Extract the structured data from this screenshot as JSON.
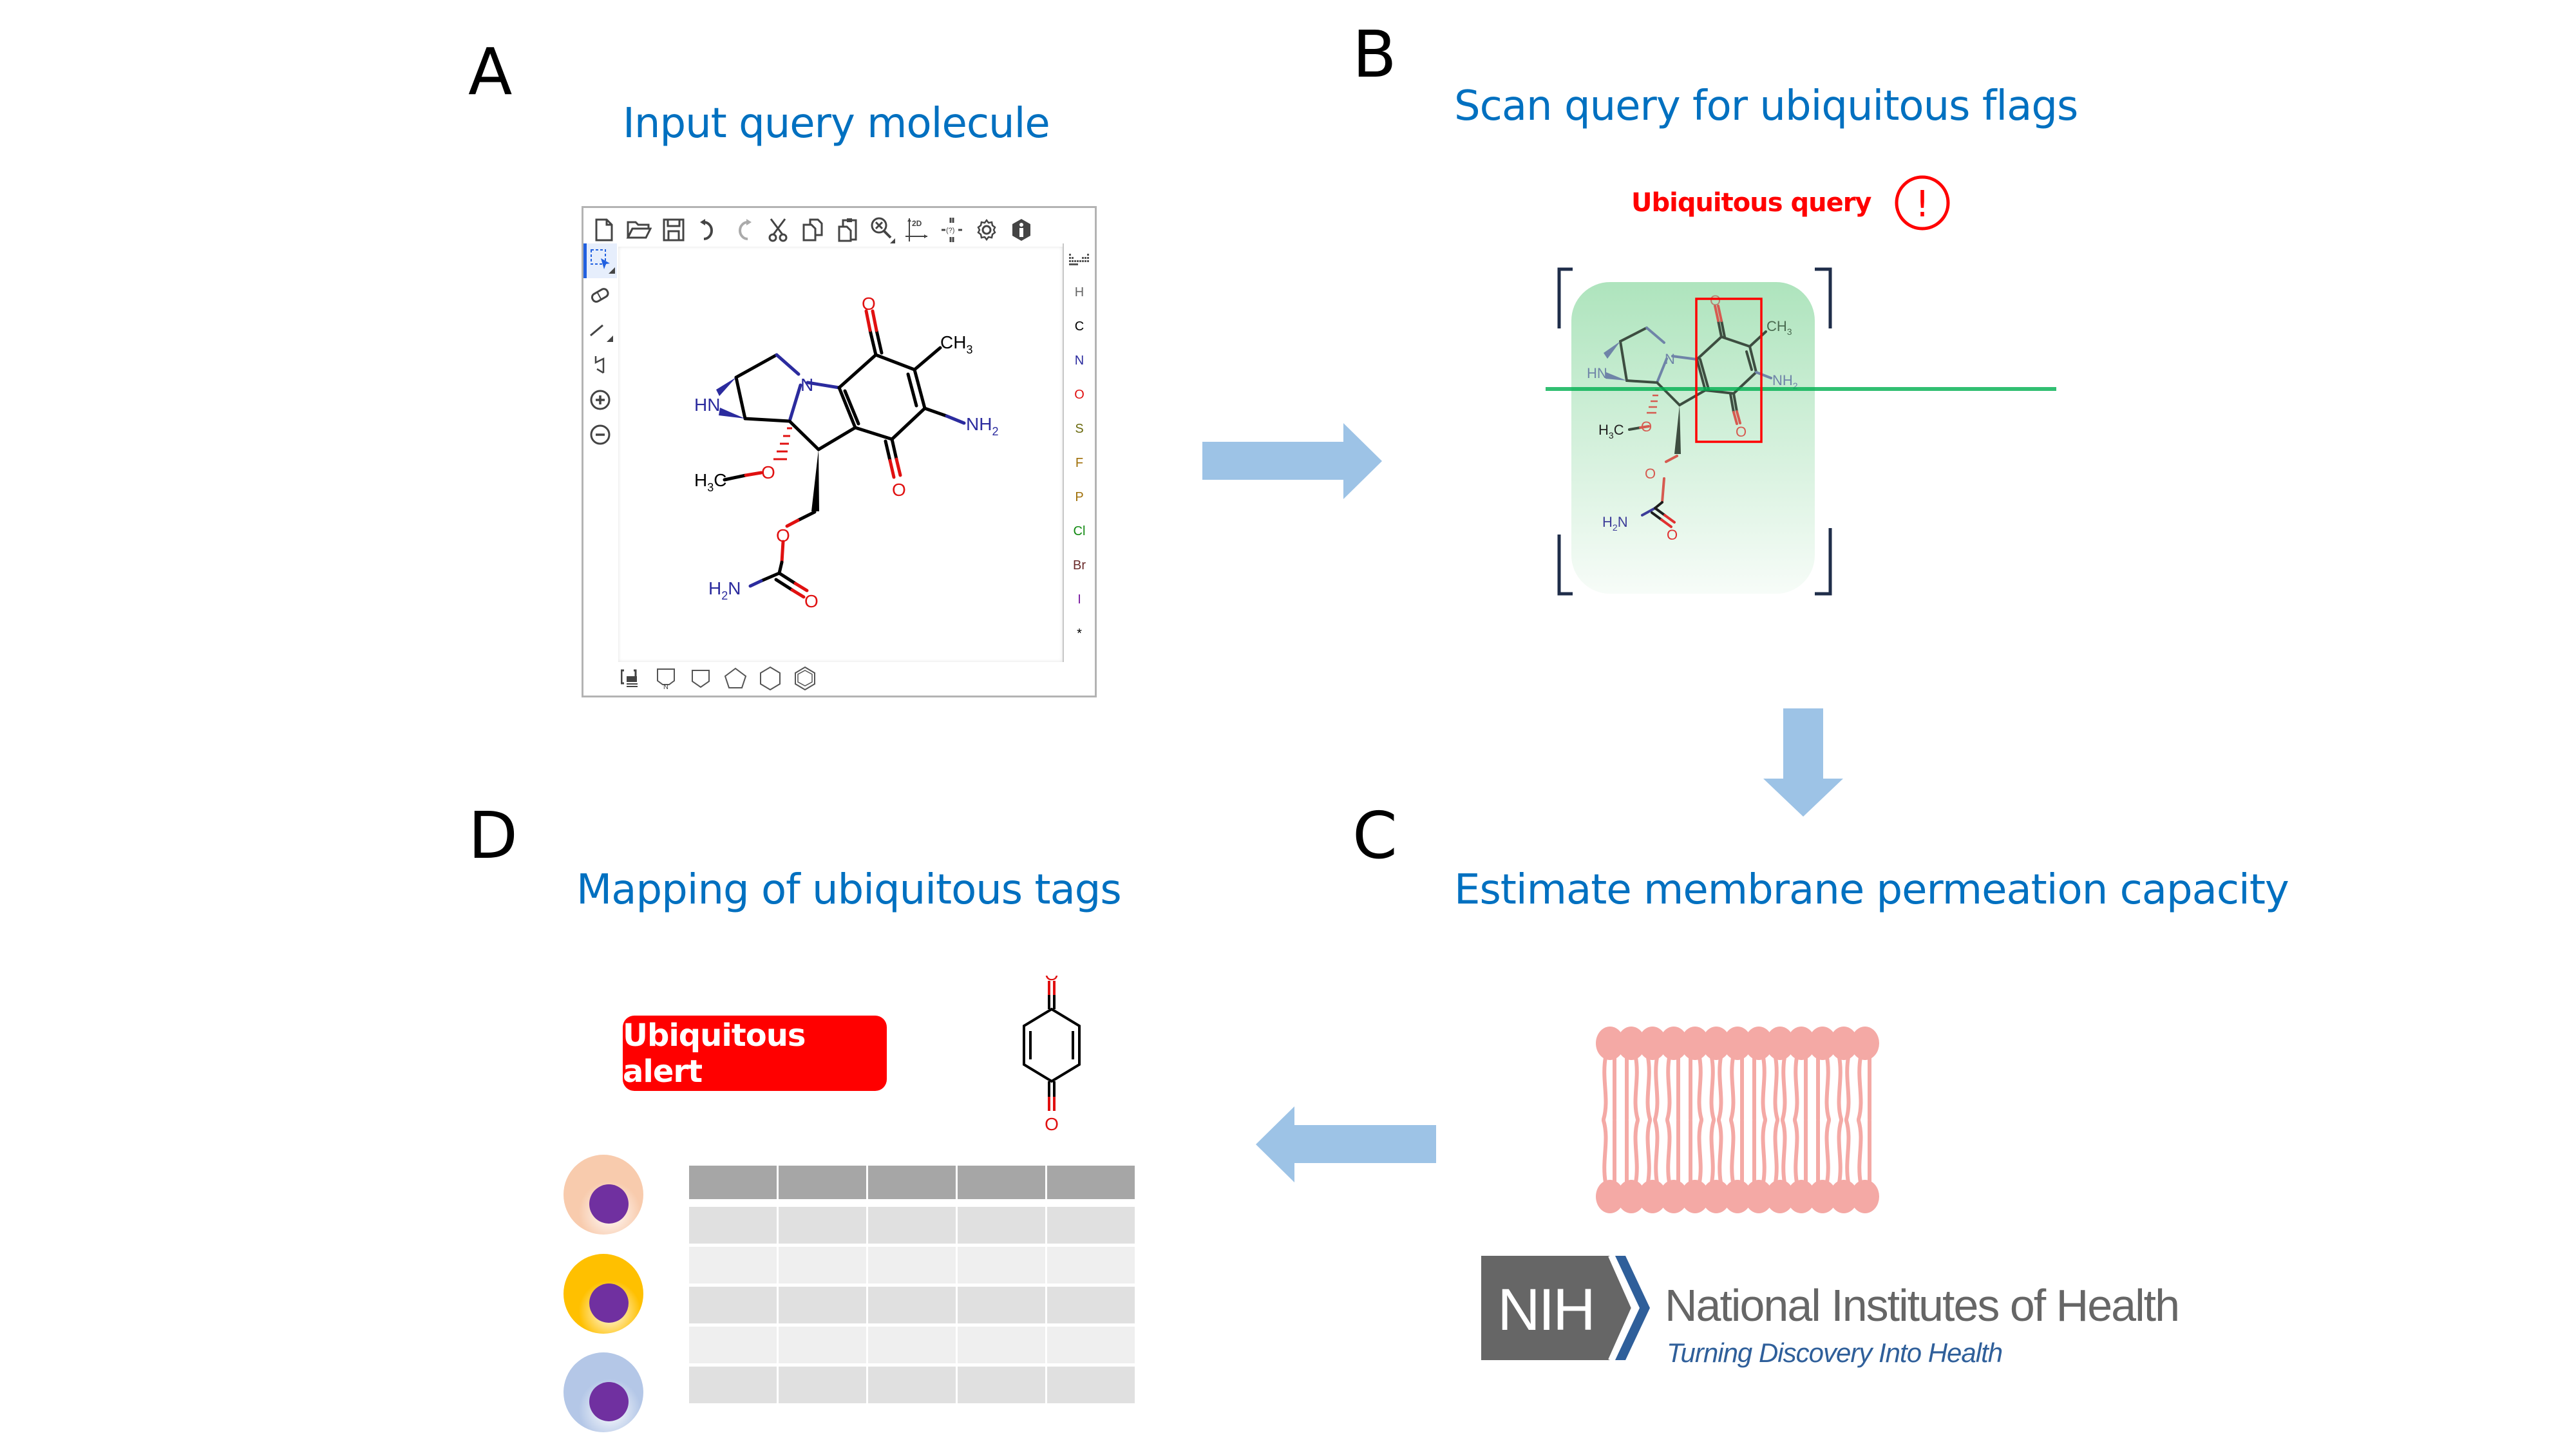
{
  "panels": {
    "A": {
      "letter": "A",
      "title": "Input query molecule"
    },
    "B": {
      "letter": "B",
      "title": "Scan query for ubiquitous flags",
      "flag_label": "Ubiquitous query",
      "flag_icon": "!"
    },
    "C": {
      "letter": "C",
      "title": "Estimate membrane permeation capacity"
    },
    "D": {
      "letter": "D",
      "title": "Mapping of ubiquitous tags",
      "alert_label": "Ubiquitous alert"
    }
  },
  "editor": {
    "top_toolbar": [
      "new-document",
      "open-folder",
      "save",
      "undo",
      "redo",
      "cut",
      "copy",
      "paste",
      "zoom-clear",
      "2d-layout",
      "check-stereo",
      "settings",
      "info"
    ],
    "left_toolbar": [
      "select-rectangle",
      "erase",
      "single-bond",
      "chain",
      "zoom-in",
      "zoom-out"
    ],
    "bottom_toolbar": [
      "template-library",
      "pyrrole",
      "cyclobutane",
      "cyclopentane",
      "cyclohexane",
      "benzene"
    ],
    "elements": [
      {
        "symbol": "H",
        "color": "#666666"
      },
      {
        "symbol": "C",
        "color": "#000000"
      },
      {
        "symbol": "N",
        "color": "#2b2b9e"
      },
      {
        "symbol": "O",
        "color": "#e01010"
      },
      {
        "symbol": "S",
        "color": "#6b6b10"
      },
      {
        "symbol": "F",
        "color": "#a0700a"
      },
      {
        "symbol": "P",
        "color": "#a0700a"
      },
      {
        "symbol": "Cl",
        "color": "#118a11"
      },
      {
        "symbol": "Br",
        "color": "#6a2a2a"
      },
      {
        "symbol": "I",
        "color": "#7a1aa0"
      },
      {
        "symbol": "*",
        "color": "#000000"
      }
    ]
  },
  "molecule": {
    "labels": {
      "hn": "HN",
      "n": "N",
      "ch3": "CH",
      "ch3_sub": "3",
      "nh2": "NH",
      "nh2_sub": "2",
      "h3c": "H",
      "h3c_sub": "3",
      "h3c_c": "C",
      "o": "O",
      "h2n": "H",
      "h2n_sub": "2",
      "h2n_n": "N"
    }
  },
  "quinone": {
    "o_label": "O"
  },
  "nih": {
    "logo_text": "NIH",
    "name": "National Institutes of Health",
    "tagline": "Turning Discovery Into Health"
  },
  "colors": {
    "title_blue": "#0070c0",
    "arrow_blue": "#9dc3e6",
    "alert_red": "#ff0000",
    "highlight_green": "#00b050",
    "membrane_pink": "#f4a9a5",
    "nih_gray": "#666666",
    "nih_blue": "#2f5f9a"
  },
  "cells": [
    {
      "name": "cell-peach",
      "color": "#f8cbad"
    },
    {
      "name": "cell-yellow",
      "color": "#ffc000"
    },
    {
      "name": "cell-blue",
      "color": "#b4c7e7"
    }
  ],
  "table": {
    "columns": 5,
    "rows": 5
  }
}
